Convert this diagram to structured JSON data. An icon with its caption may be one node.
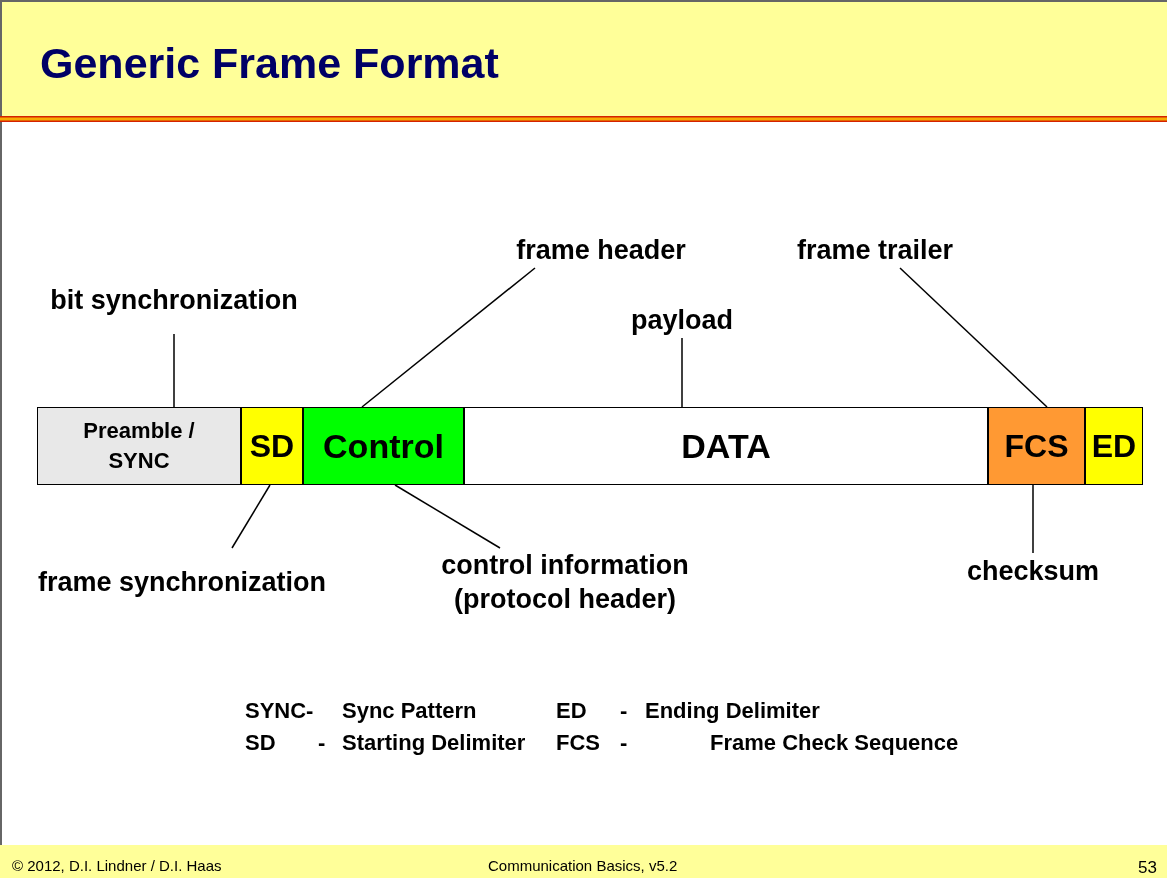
{
  "diagram": {
    "title": "Generic Frame Format",
    "nodes": [
      {
        "text": [
          "Preamble / SYNC"
        ]
      },
      {
        "text": [
          "SD"
        ]
      },
      {
        "text": [
          "Control"
        ]
      },
      {
        "text": [
          "DATA"
        ]
      },
      {
        "text": [
          "FCS"
        ]
      },
      {
        "text": [
          "ED"
        ]
      },
      {
        "text": [
          "bit synchronization"
        ]
      },
      {
        "text": [
          "frame header"
        ]
      },
      {
        "text": [
          "payload"
        ]
      },
      {
        "text": [
          "frame trailer"
        ]
      },
      {
        "text": [
          "frame synchronization"
        ]
      },
      {
        "text": [
          "control information (protocol header)"
        ]
      },
      {
        "text": [
          "checksum"
        ]
      }
    ],
    "edges": [
      {
        "from": 6,
        "to": 0,
        "arrow": "none"
      },
      {
        "from": 7,
        "to": 2,
        "arrow": "none"
      },
      {
        "from": 8,
        "to": 3,
        "arrow": "none"
      },
      {
        "from": 9,
        "to": 4,
        "arrow": "none"
      },
      {
        "from": 10,
        "to": 1,
        "arrow": "none"
      },
      {
        "from": 11,
        "to": 2,
        "arrow": "none"
      },
      {
        "from": 12,
        "to": 4,
        "arrow": "none"
      }
    ],
    "labels": [
      "SYNC-",
      "Sync Pattern",
      "ED",
      "-",
      "Ending Delimiter",
      "SD",
      "-",
      "Starting Delimiter",
      "FCS",
      "-",
      "Frame Check Sequence",
      "© 2012, D.I. Lindner / D.I. Haas",
      "Communication Basics, v5.2",
      "53"
    ]
  }
}
